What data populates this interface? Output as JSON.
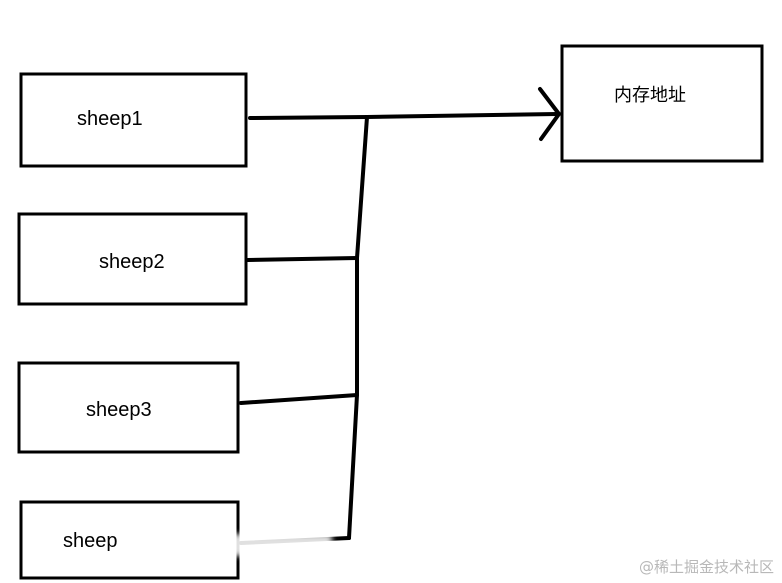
{
  "diagram": {
    "boxes": [
      {
        "id": "sheep1",
        "label": "sheep1"
      },
      {
        "id": "sheep2",
        "label": "sheep2"
      },
      {
        "id": "sheep3",
        "label": "sheep3"
      },
      {
        "id": "sheep4",
        "label": "sheep"
      },
      {
        "id": "memory",
        "label": "内存地址"
      }
    ],
    "connectors": [
      {
        "from": "sheep1",
        "to": "memory",
        "arrow": true
      },
      {
        "from": "sheep2",
        "to": "memory",
        "arrow": true
      },
      {
        "from": "sheep3",
        "to": "memory",
        "arrow": true
      },
      {
        "from": "sheep4",
        "to": "memory",
        "arrow": true
      }
    ]
  },
  "watermark": "@稀土掘金技术社区",
  "colors": {
    "background": "#ffffff",
    "stroke": "#000000",
    "watermark": "#b8b8b8"
  }
}
